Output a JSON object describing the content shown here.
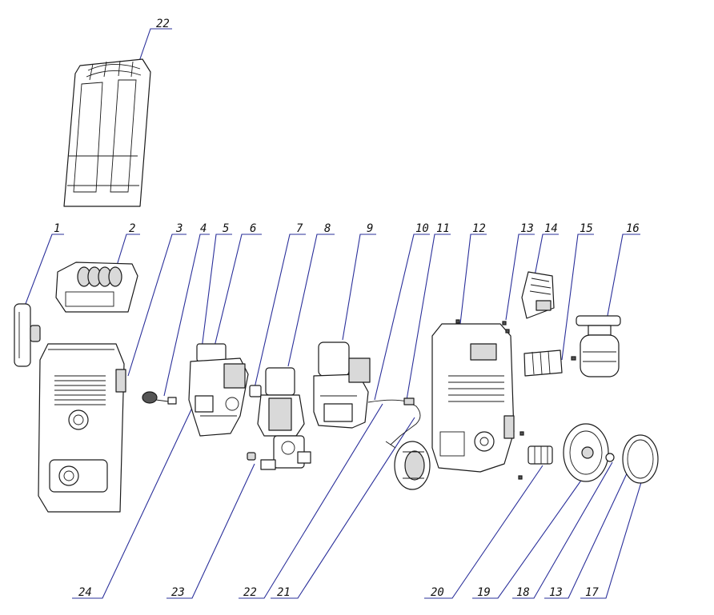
{
  "callouts": {
    "c_22_top": "22",
    "c_1": "1",
    "c_2": "2",
    "c_3": "3",
    "c_4": "4",
    "c_5": "5",
    "c_6": "6",
    "c_7": "7",
    "c_8": "8",
    "c_9": "9",
    "c_10": "10",
    "c_11": "11",
    "c_12": "12",
    "c_13_top": "13",
    "c_14": "14",
    "c_15": "15",
    "c_16": "16",
    "c_24": "24",
    "c_23": "23",
    "c_22_bottom": "22",
    "c_21": "21",
    "c_20": "20",
    "c_19": "19",
    "c_18": "18",
    "c_13_bottom": "13",
    "c_17": "17"
  },
  "colors": {
    "leader_line": "#2a2f9a",
    "outline": "#1a1a1a",
    "label": "#111111"
  }
}
